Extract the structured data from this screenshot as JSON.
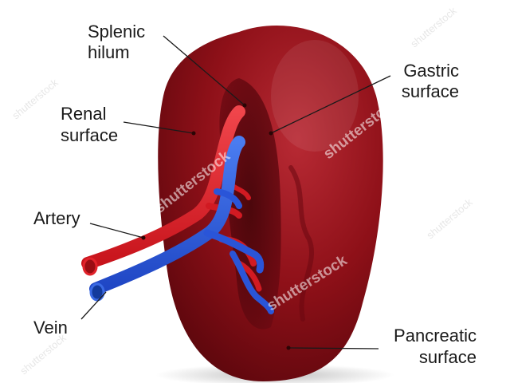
{
  "labels": {
    "splenic_hilum": [
      "Splenic",
      "hilum"
    ],
    "gastric_surface": [
      "Gastric",
      "surface"
    ],
    "renal_surface": [
      "Renal",
      "surface"
    ],
    "artery": "Artery",
    "vein": "Vein",
    "pancreatic_surface": [
      "Pancreatic",
      "surface"
    ]
  },
  "watermark": "shutterstock",
  "colors": {
    "spleen": "#8e1018",
    "spleen_dark": "#5a060c",
    "artery": "#e2232b",
    "vein": "#2f5fe0",
    "text": "#1a1a1a"
  }
}
